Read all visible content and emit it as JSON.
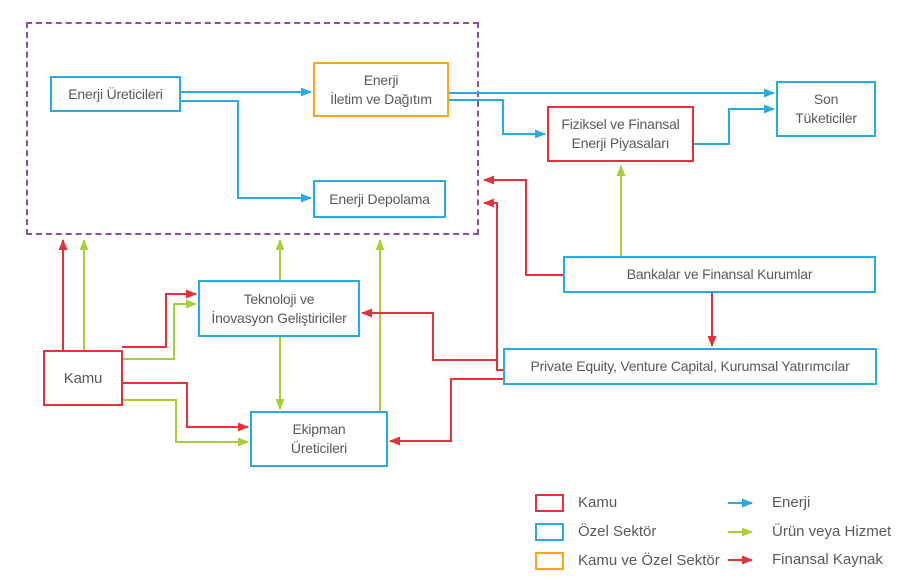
{
  "colors": {
    "blue": "#29ABE2",
    "green": "#A8CE39",
    "red": "#E8303A",
    "orange": "#F9A61B",
    "purple": "#8C4FA0",
    "text": "#58595B"
  },
  "nodes": {
    "enerji_ureticileri": {
      "lines": [
        "Enerji Üreticileri"
      ],
      "sector": "Özel Sektör"
    },
    "enerji_iletim": {
      "lines": [
        "Enerji",
        "İletim ve Dağıtım"
      ],
      "sector": "Kamu ve Özel Sektör"
    },
    "enerji_depolama": {
      "lines": [
        "Enerji Depolama"
      ],
      "sector": "Özel Sektör"
    },
    "fiziksel_piyasalar": {
      "lines": [
        "Fiziksel ve Finansal",
        "Enerji Piyasaları"
      ],
      "sector": "Kamu"
    },
    "son_tuketiciler": {
      "lines": [
        "Son",
        "Tüketiciler"
      ],
      "sector": "Özel Sektör"
    },
    "bankalar": {
      "lines": [
        "Bankalar ve Finansal Kurumlar"
      ],
      "sector": "Özel Sektör"
    },
    "private_equity": {
      "lines": [
        "Private Equity, Venture Capital, Kurumsal Yatırımcılar"
      ],
      "sector": "Özel Sektör"
    },
    "teknoloji": {
      "lines": [
        "Teknoloji ve",
        "İnovasyon Geliştiriciler"
      ],
      "sector": "Özel Sektör"
    },
    "kamu": {
      "lines": [
        "Kamu"
      ],
      "sector": "Kamu"
    },
    "ekipman": {
      "lines": [
        "Ekipman",
        "Üreticileri"
      ],
      "sector": "Özel Sektör"
    }
  },
  "legend": {
    "boxes": [
      {
        "label": "Kamu",
        "color_key": "red"
      },
      {
        "label": "Özel Sektör",
        "color_key": "blue"
      },
      {
        "label": "Kamu ve Özel Sektör",
        "color_key": "orange"
      }
    ],
    "arrows": [
      {
        "label": "Enerji",
        "color_key": "blue"
      },
      {
        "label": "Ürün veya Hizmet",
        "color_key": "green"
      },
      {
        "label": "Finansal Kaynak",
        "color_key": "red"
      }
    ]
  }
}
